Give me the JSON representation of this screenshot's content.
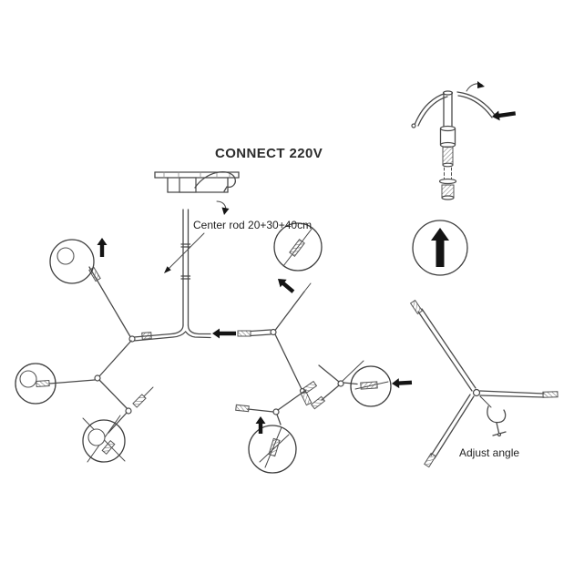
{
  "diagram": {
    "title": "CONNECT 220V",
    "center_rod_note": "Center rod 20+30+40cm",
    "adjust_angle_note": "Adjust angle"
  },
  "style": {
    "background": "#ffffff",
    "line_color": "#4a4a4a",
    "arrow_color": "#141414",
    "text_color": "#1f1f1f"
  }
}
